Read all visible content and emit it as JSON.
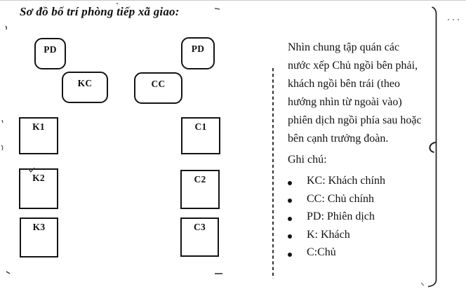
{
  "title": "Sơ đồ bố trí phòng tiếp xã giao:",
  "diagram": {
    "seats": [
      {
        "id": "pd-left",
        "label": "PD",
        "shape": "rounded"
      },
      {
        "id": "pd-right",
        "label": "PD",
        "shape": "rounded"
      },
      {
        "id": "kc",
        "label": "KC",
        "shape": "rounded"
      },
      {
        "id": "cc",
        "label": "CC",
        "shape": "rounded"
      },
      {
        "id": "k1",
        "label": "K1",
        "shape": "square"
      },
      {
        "id": "c1",
        "label": "C1",
        "shape": "square"
      },
      {
        "id": "k2",
        "label": "K2",
        "shape": "square"
      },
      {
        "id": "c2",
        "label": "C2",
        "shape": "square"
      },
      {
        "id": "k3",
        "label": "K3",
        "shape": "square"
      },
      {
        "id": "c3",
        "label": "C3",
        "shape": "square"
      }
    ]
  },
  "note": {
    "lines": [
      "Nhìn chung tập quán các",
      "nước xếp Chủ ngồi bên phải,",
      "khách ngồi bên trái (theo",
      "hướng nhìn từ ngoài vào)",
      "phiên dịch ngồi phía sau hoặc",
      "bên cạnh trưởng đoàn."
    ]
  },
  "legend": {
    "heading": "Ghi chú:",
    "items": [
      "KC: Khách chính",
      "CC: Chủ chính",
      "PD: Phiên dịch",
      "K: Khách",
      "C:Chủ"
    ]
  },
  "colors": {
    "ink": "#141414",
    "paper": "#ffffff"
  }
}
